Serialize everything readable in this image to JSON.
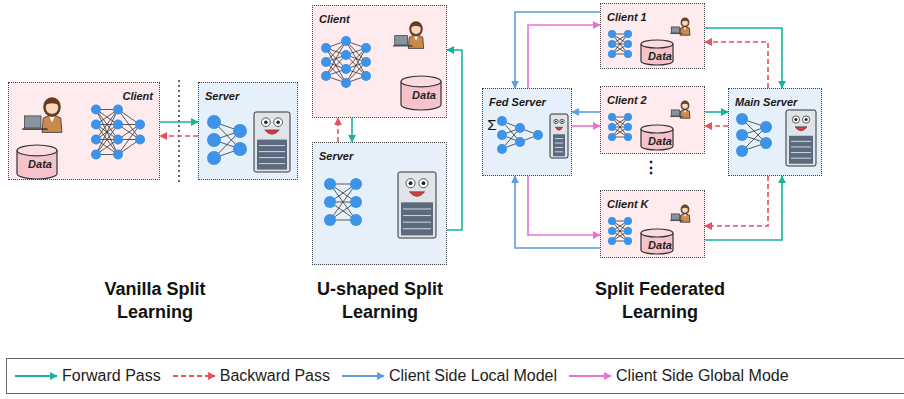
{
  "diagram": {
    "nodes": [
      {
        "text": [
          "Client"
        ]
      },
      {
        "text": [
          "Data"
        ],
        "in": 0
      },
      {
        "text": [
          "Server"
        ]
      },
      {
        "text": [
          "Client"
        ]
      },
      {
        "text": [
          "Data"
        ],
        "in": 3
      },
      {
        "text": [
          "Server"
        ]
      },
      {
        "text": [
          "Fed Server"
        ]
      },
      {
        "text": [
          "Client 1"
        ]
      },
      {
        "text": [
          "Data"
        ],
        "in": 7
      },
      {
        "text": [
          "Client 2"
        ]
      },
      {
        "text": [
          "Data"
        ],
        "in": 9
      },
      {
        "text": [
          "Client K"
        ]
      },
      {
        "text": [
          "Data"
        ],
        "in": 11
      },
      {
        "text": [
          "Main Server"
        ]
      }
    ],
    "edges": [
      {
        "from": 0,
        "to": 2,
        "arrow": "to"
      },
      {
        "from": 2,
        "to": 0,
        "arrow": "to"
      },
      {
        "from": 3,
        "to": 5,
        "arrow": "to"
      },
      {
        "from": 5,
        "to": 3,
        "arrow": "to"
      },
      {
        "from": 5,
        "to": 3,
        "arrow": "to"
      },
      {
        "from": 7,
        "to": 13,
        "arrow": "to"
      },
      {
        "from": 13,
        "to": 7,
        "arrow": "to"
      },
      {
        "from": 9,
        "to": 13,
        "arrow": "to"
      },
      {
        "from": 13,
        "to": 9,
        "arrow": "to"
      },
      {
        "from": 11,
        "to": 13,
        "arrow": "to"
      },
      {
        "from": 13,
        "to": 11,
        "arrow": "to"
      },
      {
        "from": 7,
        "to": 6,
        "arrow": "to"
      },
      {
        "from": 6,
        "to": 7,
        "arrow": "to"
      },
      {
        "from": 9,
        "to": 6,
        "arrow": "to"
      },
      {
        "from": 6,
        "to": 9,
        "arrow": "to"
      },
      {
        "from": 11,
        "to": 6,
        "arrow": "to"
      },
      {
        "from": 6,
        "to": 11,
        "arrow": "to"
      }
    ],
    "labels": [
      "Σ",
      "⋮",
      "Vanilla Split Learning",
      "U-shaped Split Learning",
      "Split Federated Learning"
    ],
    "legend": [
      {
        "text": "Forward Pass"
      },
      {
        "text": "Backward Pass"
      },
      {
        "text": "Client Side Local Model"
      },
      {
        "text": "Client Side Global Mode"
      }
    ]
  }
}
